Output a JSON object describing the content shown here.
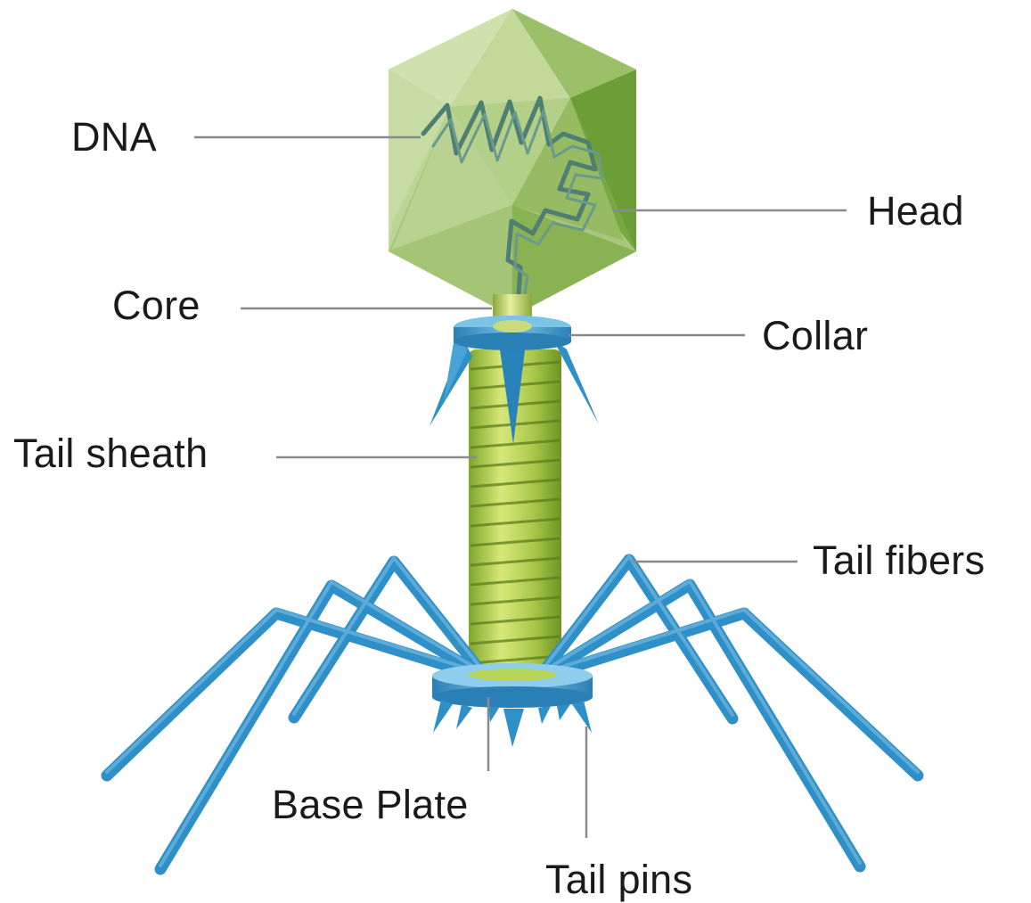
{
  "diagram": {
    "labels": {
      "dna": "DNA",
      "head": "Head",
      "core": "Core",
      "collar": "Collar",
      "tail_sheath": "Tail sheath",
      "tail_fibers": "Tail fibers",
      "base_plate": "Base Plate",
      "tail_pins": "Tail pins"
    }
  },
  "colors": {
    "head_light": "#c7dca4",
    "head_mid": "#a9c77c",
    "head_dark": "#6c9e38",
    "dna_strand": "#4f7f73",
    "sheath_green": "#9fc43e",
    "sheath_dark": "#6f9424",
    "structure_blue": "#2f8fc7",
    "structure_blue_light": "#6fb8e0",
    "leader_line": "#8a8a8a",
    "text": "#1a1a1a"
  }
}
